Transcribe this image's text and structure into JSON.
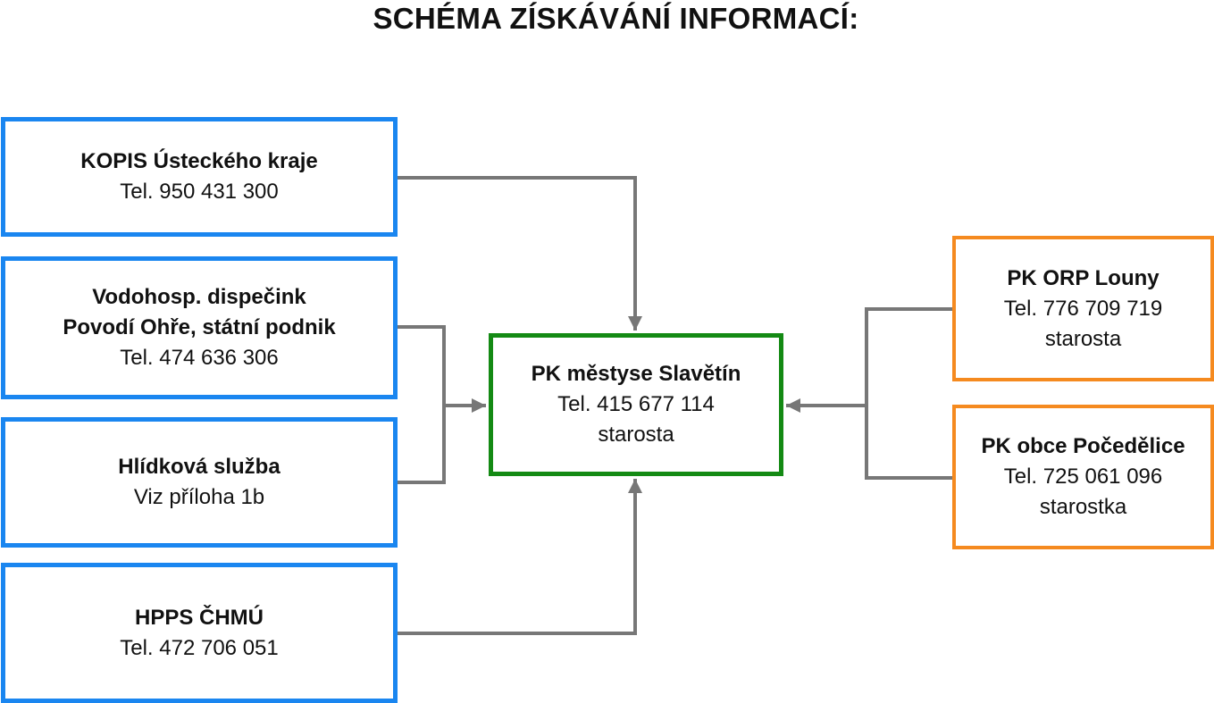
{
  "title": "SCHÉMA ZÍSKÁVÁNÍ INFORMACÍ:",
  "colors": {
    "source_border": "#1a86f0",
    "center_border": "#148a14",
    "contact_border": "#f58a1f",
    "connector": "#777777"
  },
  "nodes": {
    "kopis": {
      "name": "KOPIS Ústeckého kraje",
      "phone": "Tel. 950 431 300"
    },
    "vodohosp": {
      "name_line1": "Vodohosp. dispečink",
      "name_line2": "Povodí Ohře, státní podnik",
      "phone": "Tel. 474 636 306"
    },
    "hlidkova": {
      "name": "Hlídková služba",
      "note": "Viz příloha 1b"
    },
    "hpps": {
      "name": "HPPS ČHMÚ",
      "phone": "Tel. 472 706 051"
    },
    "center": {
      "name": "PK městyse Slavětín",
      "phone": "Tel. 415 677 114",
      "role": "starosta"
    },
    "orp": {
      "name": "PK ORP Louny",
      "phone": "Tel. 776 709 719",
      "role": "starosta"
    },
    "pocedelice": {
      "name": "PK obce Počedělice",
      "phone": "Tel. 725 061 096",
      "role": "starostka"
    }
  }
}
